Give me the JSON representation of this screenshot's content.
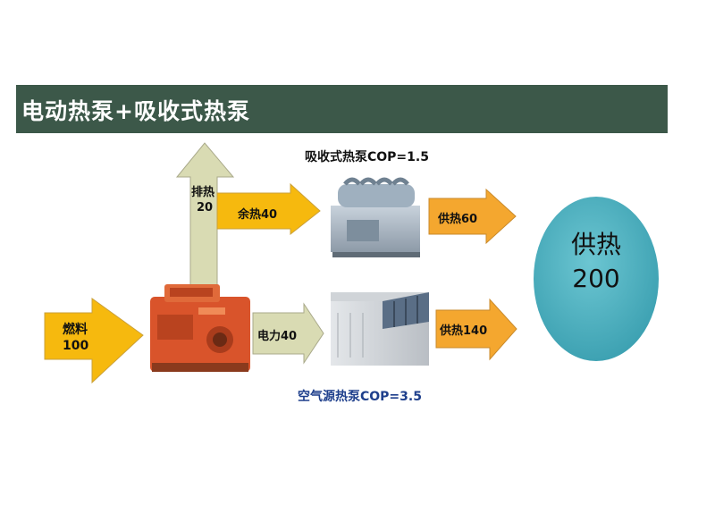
{
  "title": "电动热泵+吸收式热泵",
  "absorption_caption": "吸收式热泵COP=1.5",
  "air_caption": "空气源热泵COP=3.5",
  "arrows": {
    "fuel_line1": "燃料",
    "fuel_line2": "100",
    "exhaust_line1": "排热",
    "exhaust_line2": "20",
    "waste_heat": "余热40",
    "electricity": "电力40",
    "heat_out_top": "供热60",
    "heat_out_bottom": "供热140"
  },
  "total": {
    "line1": "供热",
    "line2": "200"
  },
  "colors": {
    "title_bar": "#3c5849",
    "arrow_yellow": "#f6b90e",
    "arrow_orange": "#f4a72f",
    "arrow_khaki": "#d9dbb3",
    "circle_fill": "#45acbc",
    "blue_caption": "#1e3f8c"
  }
}
